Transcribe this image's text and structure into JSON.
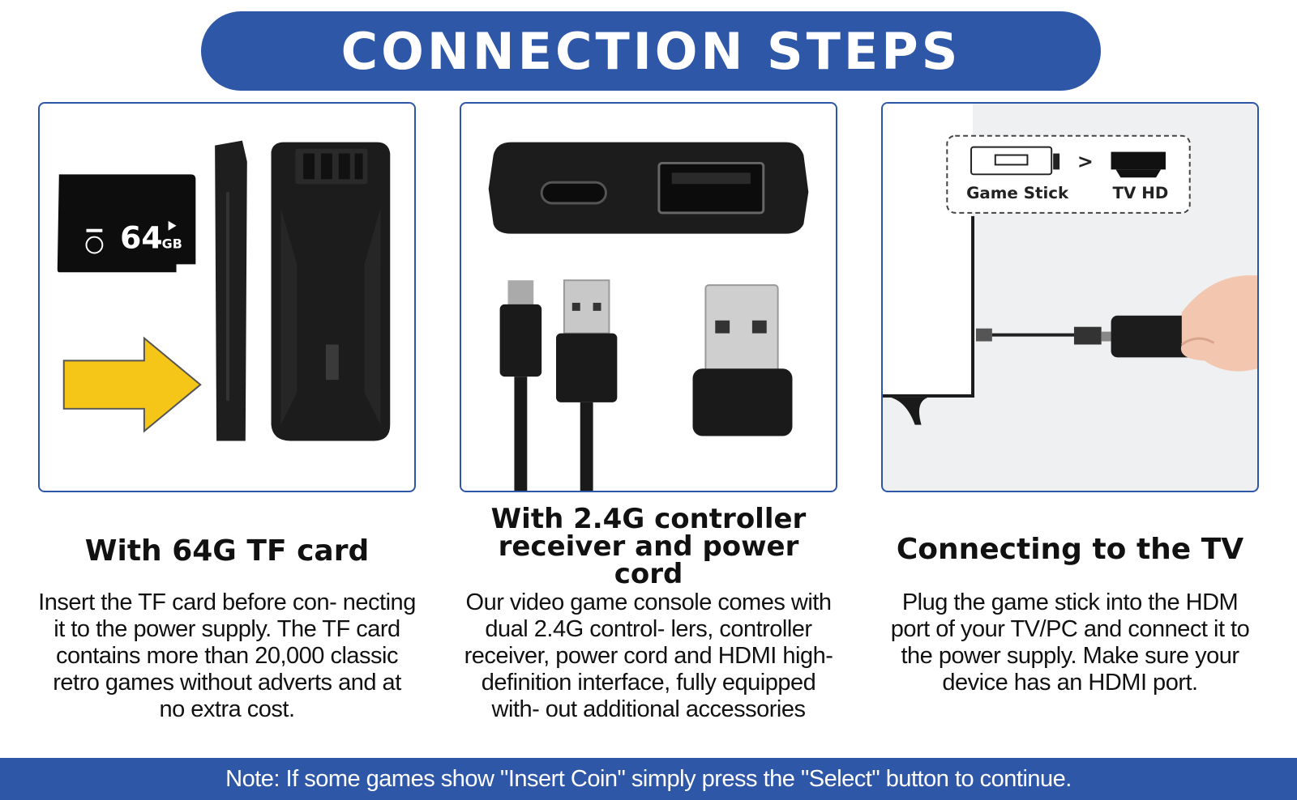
{
  "banner": {
    "title": "CONNECTION STEPS"
  },
  "steps": [
    {
      "heading": "With 64G TF card",
      "description": "Insert the TF card before con- necting it to the power supply. The TF card contains more than 20,000 classic retro games without adverts and at no extra cost.",
      "image": {
        "card_capacity": "64",
        "card_unit": "GB",
        "icon": "arrow-right-icon"
      }
    },
    {
      "heading": "With 2.4G controller receiver and power cord",
      "description": "Our video game console comes with dual 2.4G control- lers, controller receiver, power cord and HDMI high-definition interface, fully equipped with- out additional accessories"
    },
    {
      "heading": "Connecting to the TV",
      "description": "Plug the game stick into the HDM port of your TV/PC and connect it to the power supply. Make sure your device has an HDMI port.",
      "image": {
        "label_left": "Game Stick",
        "arrow": ">",
        "label_right": "TV HD"
      }
    }
  ],
  "note": "Note: If some games show \"Insert Coin\" simply press the \"Select\" button to continue.",
  "colors": {
    "accent": "#2f57a8",
    "arrow": "#f5c518",
    "device": "#1c1c1c"
  }
}
